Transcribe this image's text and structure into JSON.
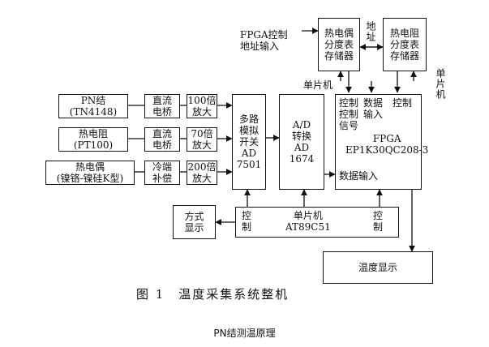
{
  "fpga_addr_input": "FPGA控制\n地址输入",
  "thermocouple_store": "热电偶\n分度表\n存储器",
  "address_label": "地址",
  "rtd_store": "热电阻\n分度表\n存储器",
  "mcu_label_top": "单片机",
  "mcu_label_right": "单片机",
  "pn_junction": "PN结\n(TN4148)",
  "rtd": "热电阻\n(PT100)",
  "thermocouple": "热电偶\n(镍铬-镍硅K型)",
  "dc_bridge_1": "直流\n电桥",
  "dc_bridge_2": "直流\n电桥",
  "cold_comp": "冷端\n补偿",
  "amp_100": "100倍\n放大",
  "amp_70": "70倍\n放大",
  "amp_200": "200倍\n放大",
  "mux": "多路\n模拟\n开关\nAD\n7501",
  "adc": "A/D\n转换\nAD\n1674",
  "fpga_ctrl_signal": "控制\n控制\n信号",
  "fpga_data_input_top": "数据\n输入",
  "fpga_ctrl_right": "控制",
  "fpga_name": "FPGA\nEP1K30QC208-3",
  "fpga_data_input": "数据输入",
  "mode_display": "方式\n显示",
  "mcu_ctrl_left": "控\n制",
  "mcu_name": "单片机\nAT89C51",
  "mcu_ctrl_right": "控\n制",
  "temp_display": "温度显示",
  "figure_title": "图 1　温度采集系统整机",
  "caption": "PN结测温原理"
}
